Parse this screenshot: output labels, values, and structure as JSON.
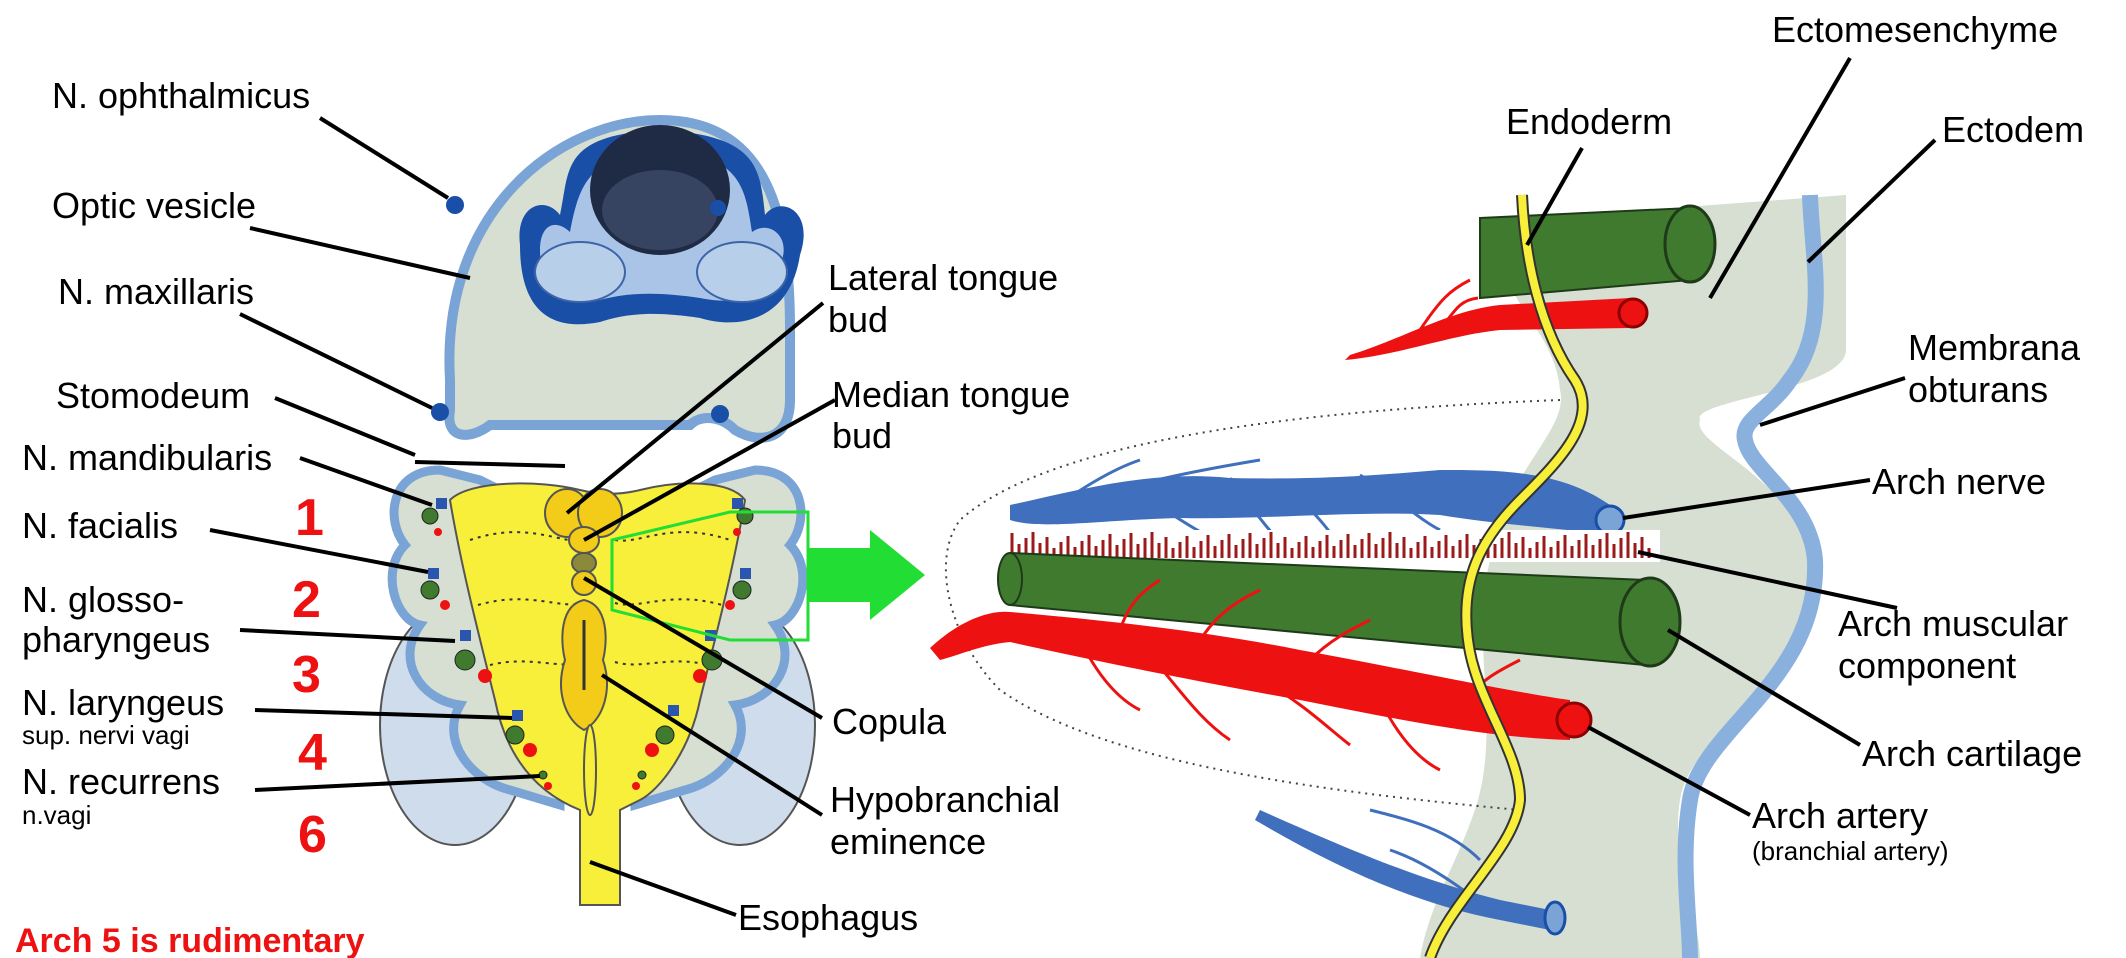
{
  "labels": {
    "n_ophthalmicus": "N. ophthalmicus",
    "optic_vesicle": "Optic vesicle",
    "n_maxillaris": "N. maxillaris",
    "stomodeum": "Stomodeum",
    "n_mandibularis": "N. mandibularis",
    "n_facialis": "N. facialis",
    "n_glosso_1": "N. glosso-",
    "n_glosso_2": "pharyngeus",
    "n_laryngeus": "N. laryngeus",
    "n_laryngeus_sub": "sup. nervi vagi",
    "n_recurrens": "N. recurrens",
    "n_recurrens_sub": "n.vagi",
    "lateral_tongue_1": "Lateral tongue",
    "lateral_tongue_2": "bud",
    "median_tongue_1": "Median tongue",
    "median_tongue_2": "bud",
    "copula": "Copula",
    "hypobranchial_1": "Hypobranchial",
    "hypobranchial_2": "eminence",
    "esophagus": "Esophagus",
    "ectomesenchyme": "Ectomesenchyme",
    "endoderm": "Endoderm",
    "ectoderm": "Ectodem",
    "membrana_1": "Membrana",
    "membrana_2": "obturans",
    "arch_nerve": "Arch nerve",
    "arch_muscular_1": "Arch muscular",
    "arch_muscular_2": "component",
    "arch_cartilage": "Arch cartilage",
    "arch_artery": "Arch artery",
    "arch_artery_sub": "(branchial artery)"
  },
  "arch_numbers": [
    "1",
    "2",
    "3",
    "4",
    "6"
  ],
  "note": "Arch 5 is rudimentary",
  "colors": {
    "red": "#ee1111",
    "green": "#3f7a2f",
    "yellow": "#f7ef3a",
    "blue_dark": "#1a4fa8",
    "blue_light": "#a9c4e6",
    "mesenchyme": "#d6dfd2",
    "arrow_green": "#22dd33"
  }
}
